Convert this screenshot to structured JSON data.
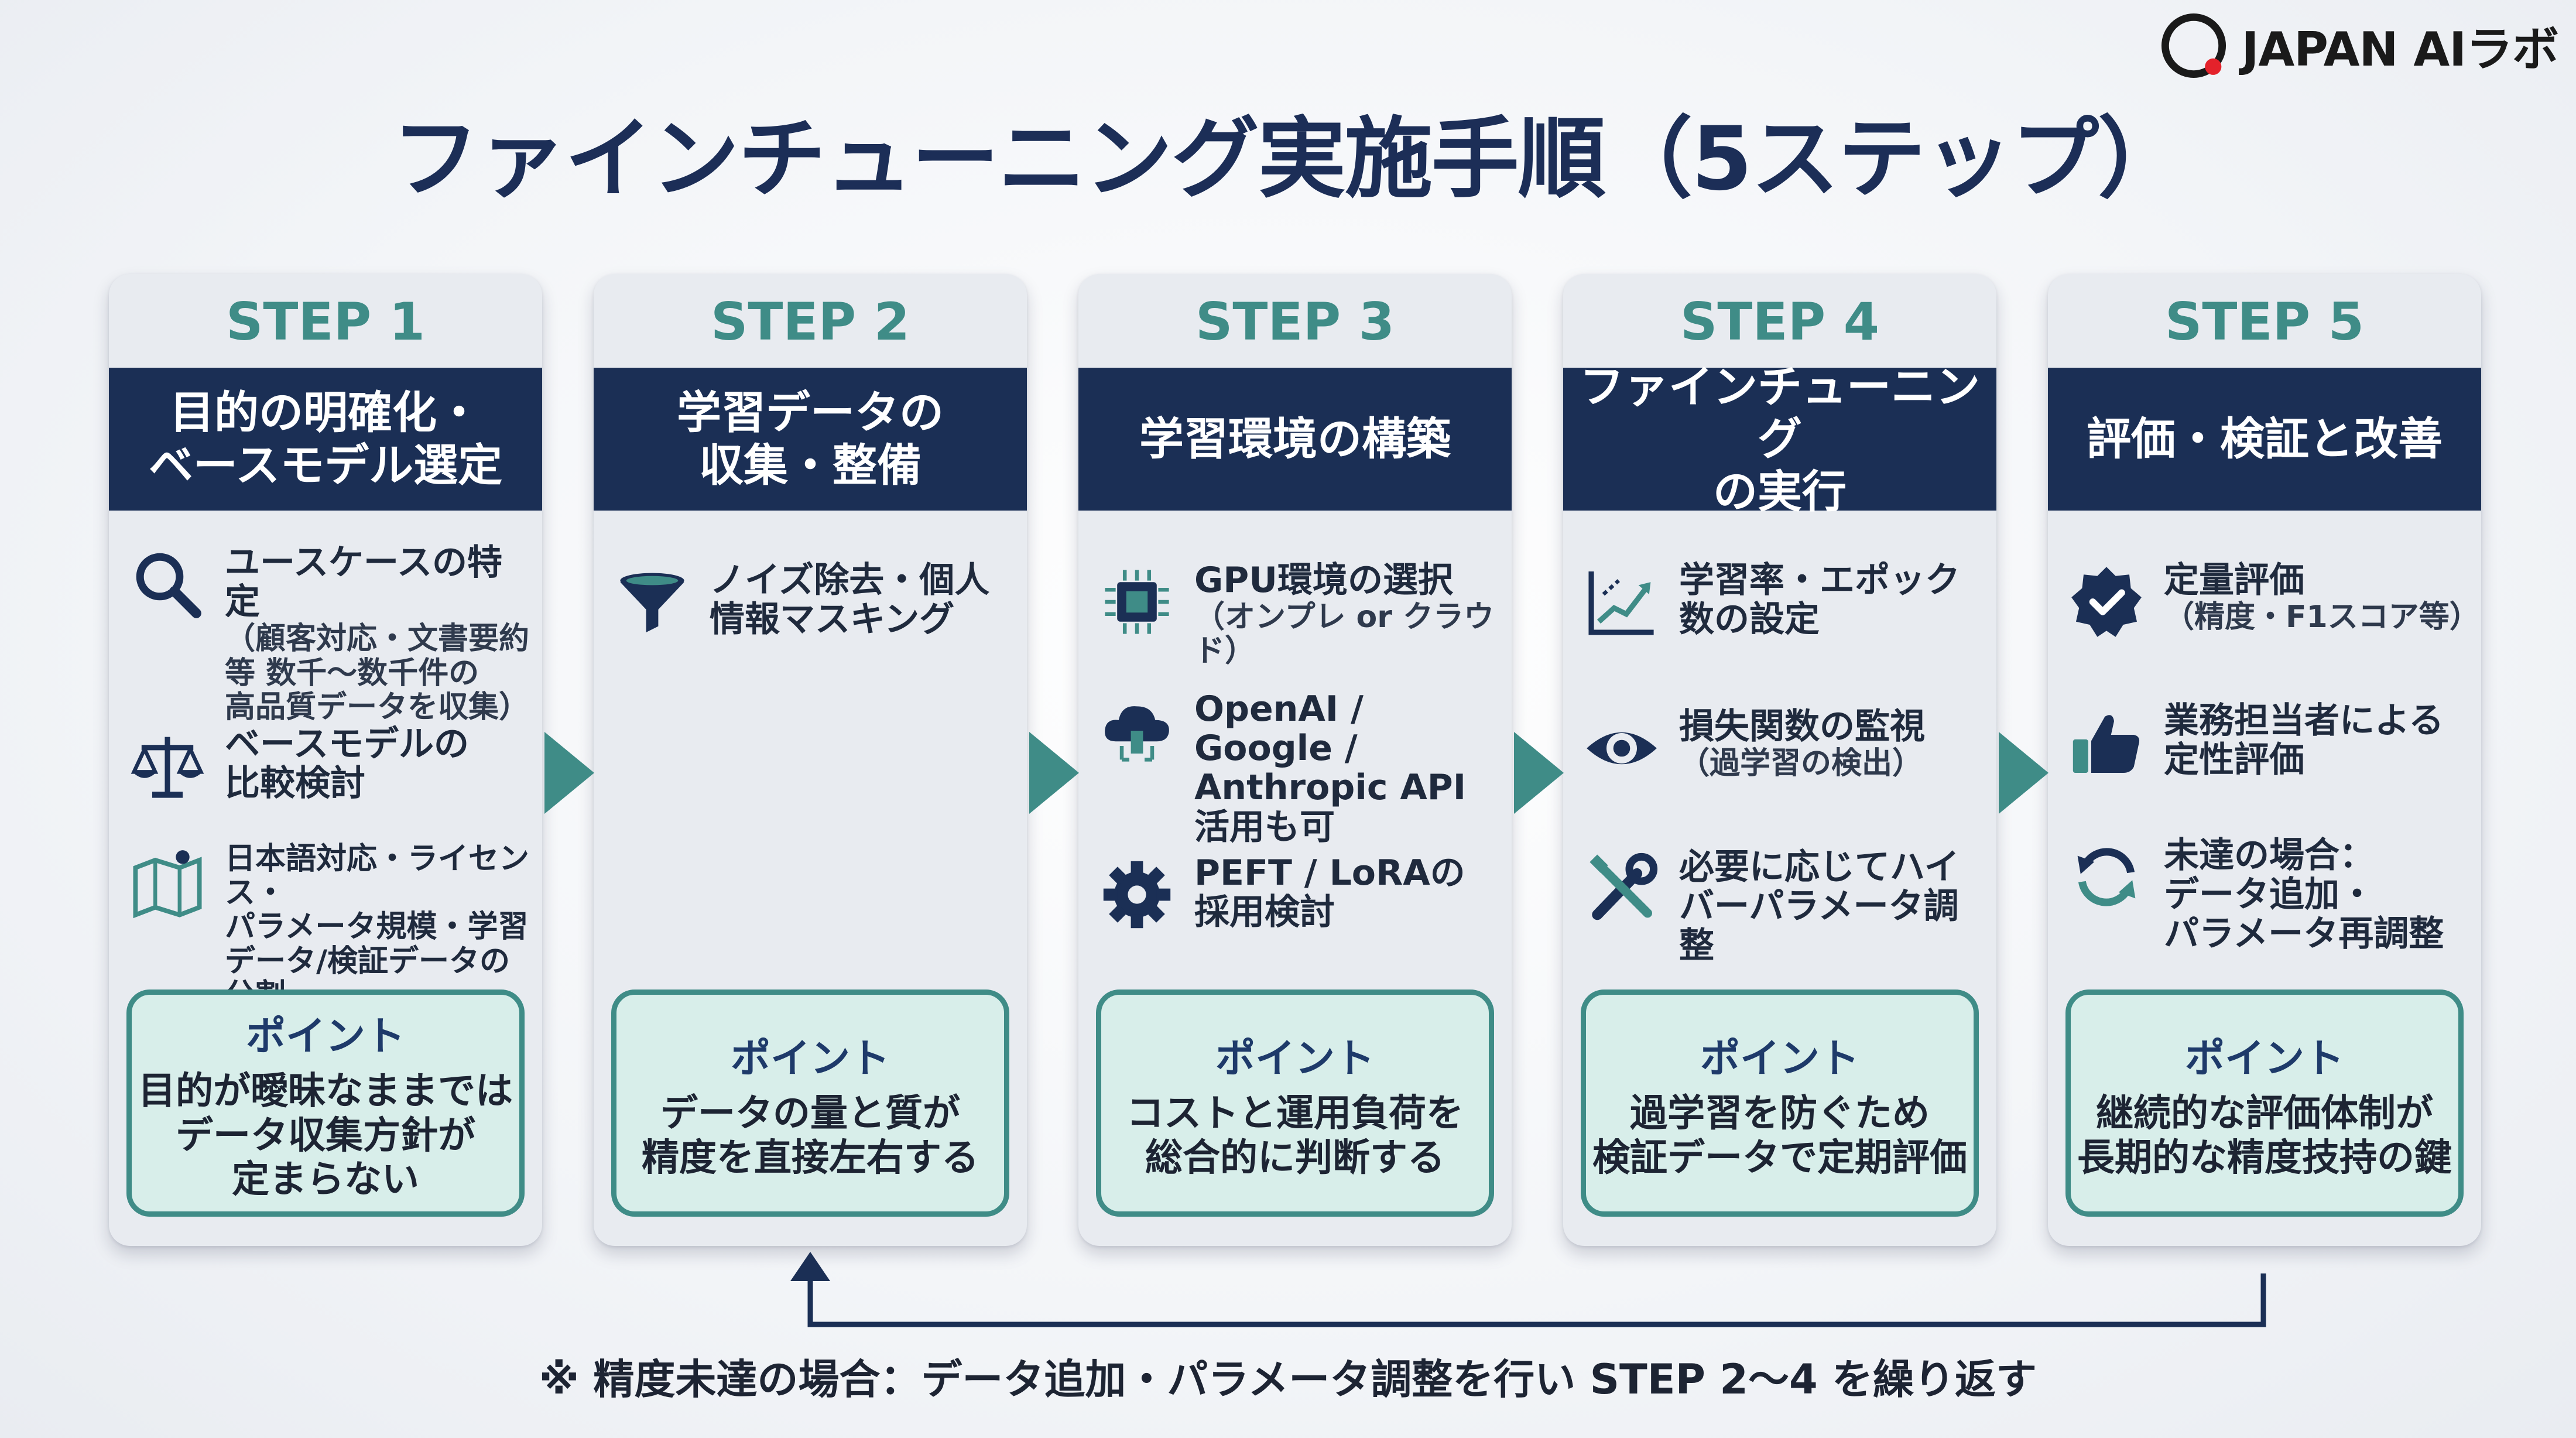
{
  "logo": {
    "text": "JAPAN AIラボ"
  },
  "title": "ファインチューニング実施手順（5ステップ）",
  "steps": [
    {
      "label": "STEP 1",
      "heading": "目的の明確化・\nベースモデル選定",
      "items": [
        {
          "icon": "magnifier-icon",
          "main": "ユースケースの特定",
          "sub": "（顧客対応・文書要約\n等 数千〜数千件の\n高品質データを収集）"
        },
        {
          "icon": "scales-icon",
          "main": "ベースモデルの\n比較検討"
        },
        {
          "icon": "map-icon",
          "small": "日本語対応・ライセンス・\nパラメータ規模・学習\nデータ/検証データの分割"
        }
      ],
      "point_label": "ポイント",
      "point_text": "目的が曖昧なままでは\nデータ収集方針が\n定まらない"
    },
    {
      "label": "STEP 2",
      "heading": "学習データの\n収集・整備",
      "items": [
        {
          "icon": "funnel-icon",
          "main": "ノイズ除去・個人\n情報マスキング"
        }
      ],
      "point_label": "ポイント",
      "point_text": "データの量と質が\n精度を直接左右する"
    },
    {
      "label": "STEP 3",
      "heading": "学習環境の構築",
      "items": [
        {
          "icon": "chip-icon",
          "main": "GPU環境の選択",
          "sub": "（オンプレ or クラウド）"
        },
        {
          "icon": "cloud-icon",
          "main": "OpenAI / Google /\nAnthropic API\n活用も可"
        },
        {
          "icon": "gear-icon",
          "main": "PEFT / LoRAの\n採用検討"
        }
      ],
      "point_label": "ポイント",
      "point_text": "コストと運用負荷を\n総合的に判断する"
    },
    {
      "label": "STEP 4",
      "heading": "ファインチューニング\nの実行",
      "items": [
        {
          "icon": "chart-icon",
          "main": "学習率・エポック\n数の設定"
        },
        {
          "icon": "eye-icon",
          "main": "損失関数の監視",
          "sub": "（過学習の検出）"
        },
        {
          "icon": "tools-icon",
          "main": "必要に応じてハイ\nバーパラメータ調整"
        }
      ],
      "point_label": "ポイント",
      "point_text": "過学習を防ぐため\n検証データで定期評価"
    },
    {
      "label": "STEP 5",
      "heading": "評価・検証と改善",
      "items": [
        {
          "icon": "badge-check-icon",
          "main": "定量評価",
          "sub": "（精度・F1スコア等）"
        },
        {
          "icon": "thumbs-up-icon",
          "main": "業務担当者による\n定性評価"
        },
        {
          "icon": "refresh-icon",
          "main": "未達の場合：\nデータ追加・\nパラメータ再調整"
        }
      ],
      "point_label": "ポイント",
      "point_text": "継続的な評価体制が\n長期的な精度技持の鍵"
    }
  ],
  "note": "※ 精度未達の場合：データ追加・パラメータ調整を行い STEP 2〜4 を繰り返す",
  "colors": {
    "navy": "#1b2f55",
    "teal": "#3f8c87",
    "point_bg": "#d8eeea",
    "card_bg": "#e8ebf0"
  }
}
